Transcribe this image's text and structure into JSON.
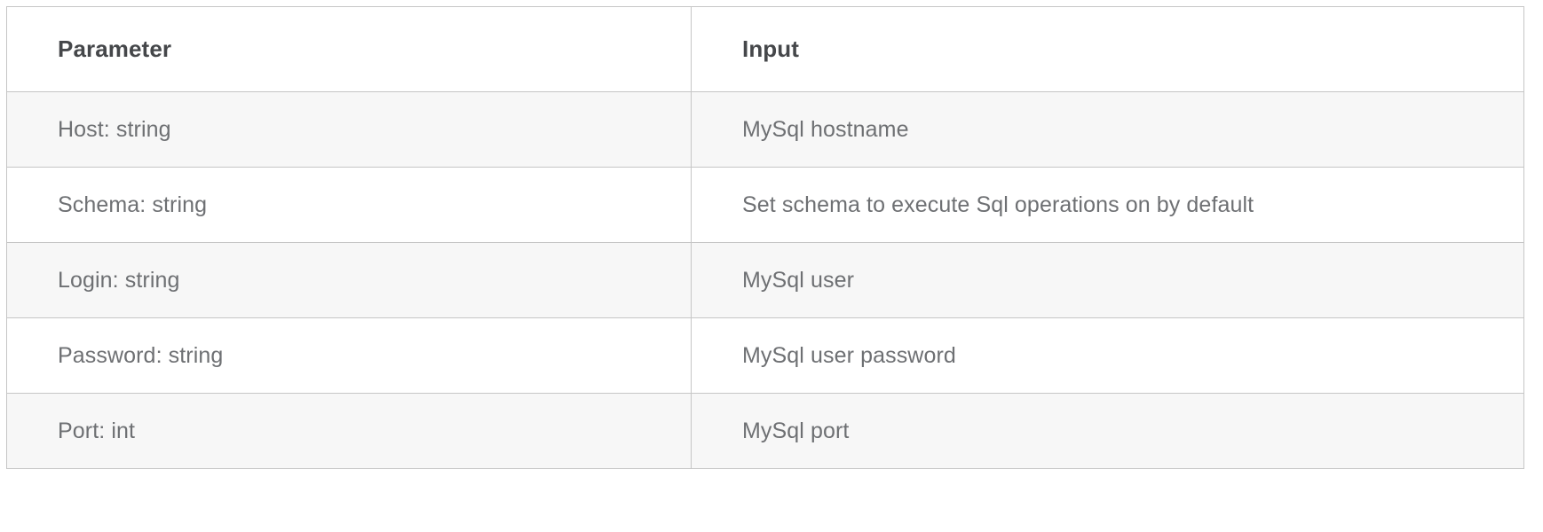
{
  "table": {
    "name": "mysql-connection-parameters",
    "columns": [
      {
        "key": "parameter",
        "label": "Parameter"
      },
      {
        "key": "input",
        "label": "Input"
      }
    ],
    "rows": [
      {
        "parameter": "Host: string",
        "input": "MySql hostname"
      },
      {
        "parameter": "Schema: string",
        "input": "Set schema to execute Sql operations on by default"
      },
      {
        "parameter": "Login: string",
        "input": "MySql user"
      },
      {
        "parameter": "Password: string",
        "input": "MySql user password"
      },
      {
        "parameter": "Port: int",
        "input": "MySql port"
      }
    ]
  },
  "colors": {
    "header_text": "#45474a",
    "body_text": "#6e7073",
    "border": "#c6c6c6",
    "row_stripe": "#f7f7f7",
    "row_plain": "#ffffff",
    "page_background": "#ffffff"
  }
}
